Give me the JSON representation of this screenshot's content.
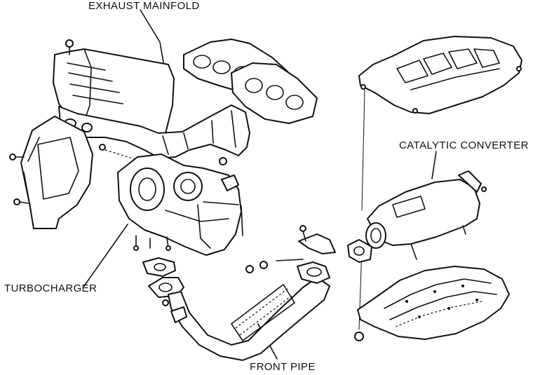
{
  "labels": {
    "exhaust_manifold": "EXHAUST MAINFOLD",
    "catalytic_converter": "CATALYTIC CONVERTER",
    "turbocharger": "TURBOCHARGER",
    "front_pipe": "FRONT PIPE"
  },
  "colors": {
    "ink": "#111111",
    "paper": "#ffffff"
  }
}
